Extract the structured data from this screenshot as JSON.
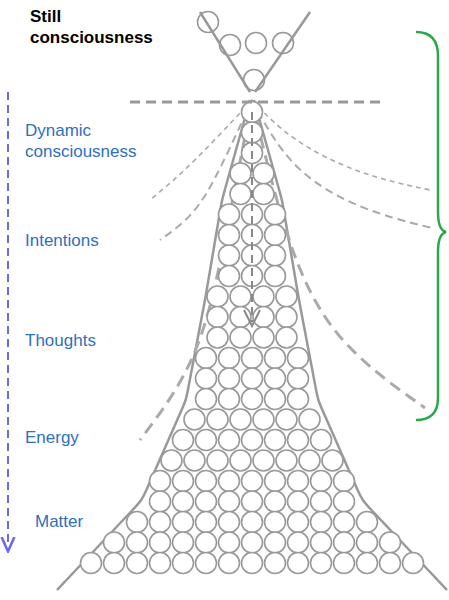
{
  "diagram": {
    "labels": [
      "Still consciousness",
      "Dynamic consciousness",
      "Intentions",
      "Thoughts",
      "Energy",
      "Matter"
    ]
  }
}
